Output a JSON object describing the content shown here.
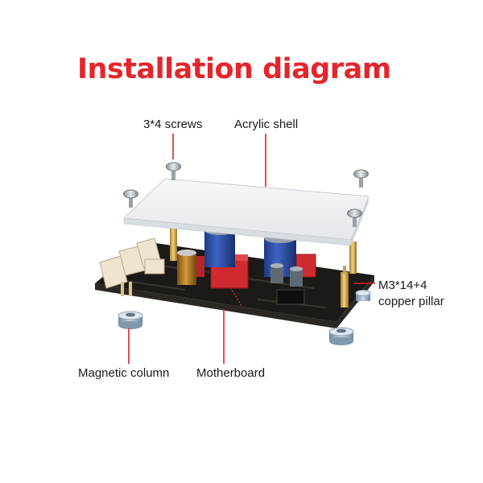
{
  "title": "Installation diagram",
  "labels": {
    "screws": "3*4 screws",
    "acrylic_shell": "Acrylic shell",
    "copper_pillar_line1": "M3*14+4",
    "copper_pillar_line2": "copper pillar",
    "magnetic_column": "Magnetic column",
    "motherboard": "Motherboard"
  },
  "colors": {
    "title": "#e3262b",
    "callout_line": "#d9232a",
    "pcb": "#1c1a17",
    "acrylic": "#eef0f3"
  }
}
